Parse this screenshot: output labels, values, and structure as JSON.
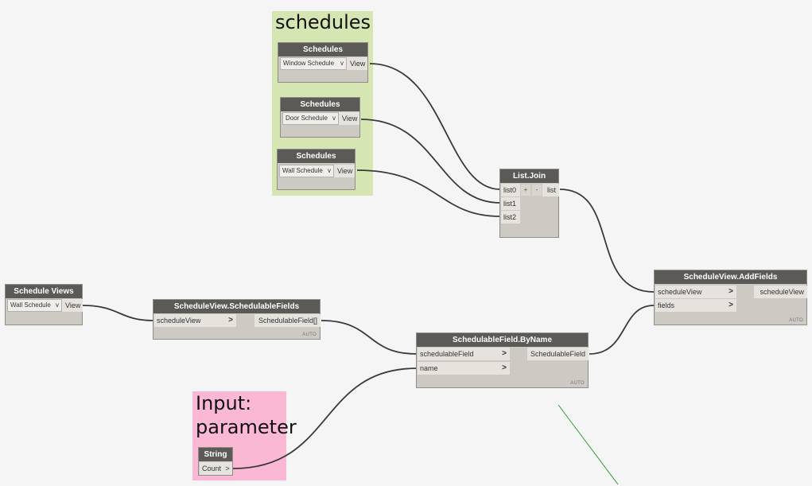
{
  "groups": {
    "schedules": "schedules",
    "input": "Input: parameter"
  },
  "nodes": {
    "schedules_window": {
      "title": "Schedules",
      "selected": "Window Schedule",
      "out": "View"
    },
    "schedules_door": {
      "title": "Schedules",
      "selected": "Door Schedule",
      "out": "View"
    },
    "schedules_wall": {
      "title": "Schedules",
      "selected": "Wall Schedule",
      "out": "View"
    },
    "list_join": {
      "title": "List.Join",
      "in": [
        "list0",
        "list1",
        "list2"
      ],
      "plus": "+",
      "minus": "-",
      "out": "list"
    },
    "schedule_views": {
      "title": "Schedule Views",
      "selected": "Wall Schedule",
      "out": "View"
    },
    "schedulable_fields": {
      "title": "ScheduleView.SchedulableFields",
      "in": [
        "scheduleView"
      ],
      "out": "SchedulableField[]",
      "auto": "AUTO"
    },
    "by_name": {
      "title": "SchedulableField.ByName",
      "in": [
        "schedulableField",
        "name"
      ],
      "out": "SchedulableField",
      "auto": "AUTO"
    },
    "add_fields": {
      "title": "ScheduleView.AddFields",
      "in": [
        "scheduleView",
        "fields"
      ],
      "out": "scheduleView",
      "auto": "AUTO"
    },
    "string": {
      "title": "String",
      "value": "Count",
      "out": ">"
    }
  },
  "chevron": ">",
  "caret": "v",
  "colors": {
    "wire": "#3a3a3a",
    "node_header": "#5b5a57",
    "node_body": "#cdc9c3",
    "group_green": "#d6e6b2",
    "group_pink": "#fbb8d4",
    "marquee": "#2f9a2f"
  }
}
